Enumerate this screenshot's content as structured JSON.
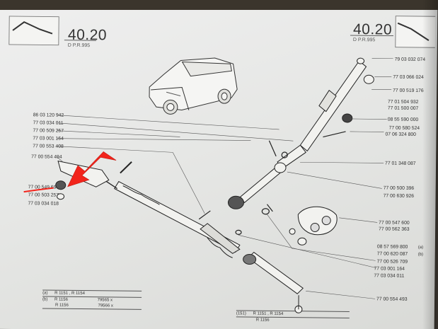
{
  "page": {
    "section_left": "40.20",
    "sub_left": "D     P.R.995",
    "section_right": "40.20",
    "sub_right": "D     P.R.995"
  },
  "labels_left": [
    "86 03 120 942",
    "77 03 034 011",
    "77 00 509 257",
    "77 03 001 164",
    "77 00 553 408",
    "77 00 554 494",
    "77 00 549 694",
    "77 00 503 257",
    "77 03 034 018"
  ],
  "labels_right": [
    "79 03 032 074",
    "77 03 066 024",
    "77 00 519 176",
    "77 01 504 932",
    "77 01 500 007",
    "08 55 590 000",
    "77 00 580 524",
    "07 06 324 800",
    "77 01 348 087",
    "77 00 500 396",
    "77 00 630 926",
    "77 00 547 600",
    "77 00 562 363",
    "08 57 569 800",
    "77 00 620 087",
    "77 00 526 709",
    "77 03 001 164",
    "77 03 034 011",
    "77 00 554 493"
  ],
  "labels_right_suffix": {
    "a": "(a)",
    "b": "(b)"
  },
  "bottom_left_table": {
    "rows": [
      [
        "(a)",
        "R 1151 , R 1154",
        ""
      ],
      [
        "(b)",
        "R 1156",
        "79565 x"
      ],
      [
        "",
        "R 1156",
        "79566 x"
      ]
    ]
  },
  "bottom_right_table": {
    "rows": [
      [
        "(151)",
        "R 1151 , R 1154",
        ""
      ],
      [
        "",
        "R 1156",
        ""
      ]
    ]
  },
  "annotation": {
    "arrow_color": "#f2241b"
  }
}
